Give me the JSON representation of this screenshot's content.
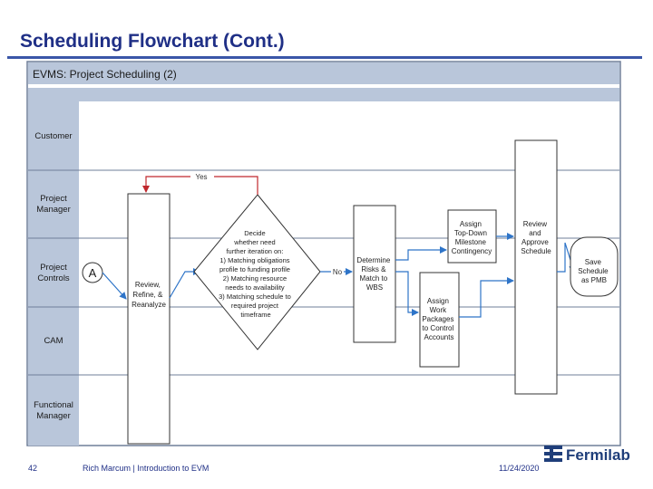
{
  "slide": {
    "title": "Scheduling Flowchart (Cont.)",
    "page_number": "42",
    "footer_author": "Rich Marcum | Introduction to EVM",
    "date": "11/24/2020",
    "logo_text": "Fermilab"
  },
  "diagram": {
    "header": "EVMS: Project Scheduling (2)",
    "lanes": [
      "Customer",
      "Project Manager",
      "Project Controls",
      "CAM",
      "Functional Manager"
    ],
    "connector_a": "A",
    "review_box": [
      "Review,",
      "Refine, &",
      "Reanalyze"
    ],
    "decision": [
      "Decide",
      "whether need",
      "further iteration on:",
      "1) Matching obligations",
      "profile to funding profile",
      "2) Matching resource",
      "needs to availability",
      "3) Matching schedule to",
      "required project",
      "timeframe"
    ],
    "yes_label": "Yes",
    "no_label": "No",
    "determine_box": [
      "Determine",
      "Risks &",
      "Match to",
      "WBS"
    ],
    "assign_milestone_box": [
      "Assign",
      "Top-Down",
      "Milestone",
      "Contingency"
    ],
    "assign_work_box": [
      "Assign",
      "Work",
      "Packages",
      "to Control",
      "Accounts"
    ],
    "review_approve_box": [
      "Review",
      "and",
      "Approve",
      "Schedule"
    ],
    "save_box": [
      "Save",
      "Schedule",
      "as PMB"
    ]
  },
  "colors": {
    "title": "#1f2f86",
    "lane_header": "#b9c6da",
    "lane_border": "#6f7f99",
    "arrow_blue": "#2e74c8",
    "arrow_red": "#c0282d",
    "logo_blue": "#1f3e7a"
  }
}
